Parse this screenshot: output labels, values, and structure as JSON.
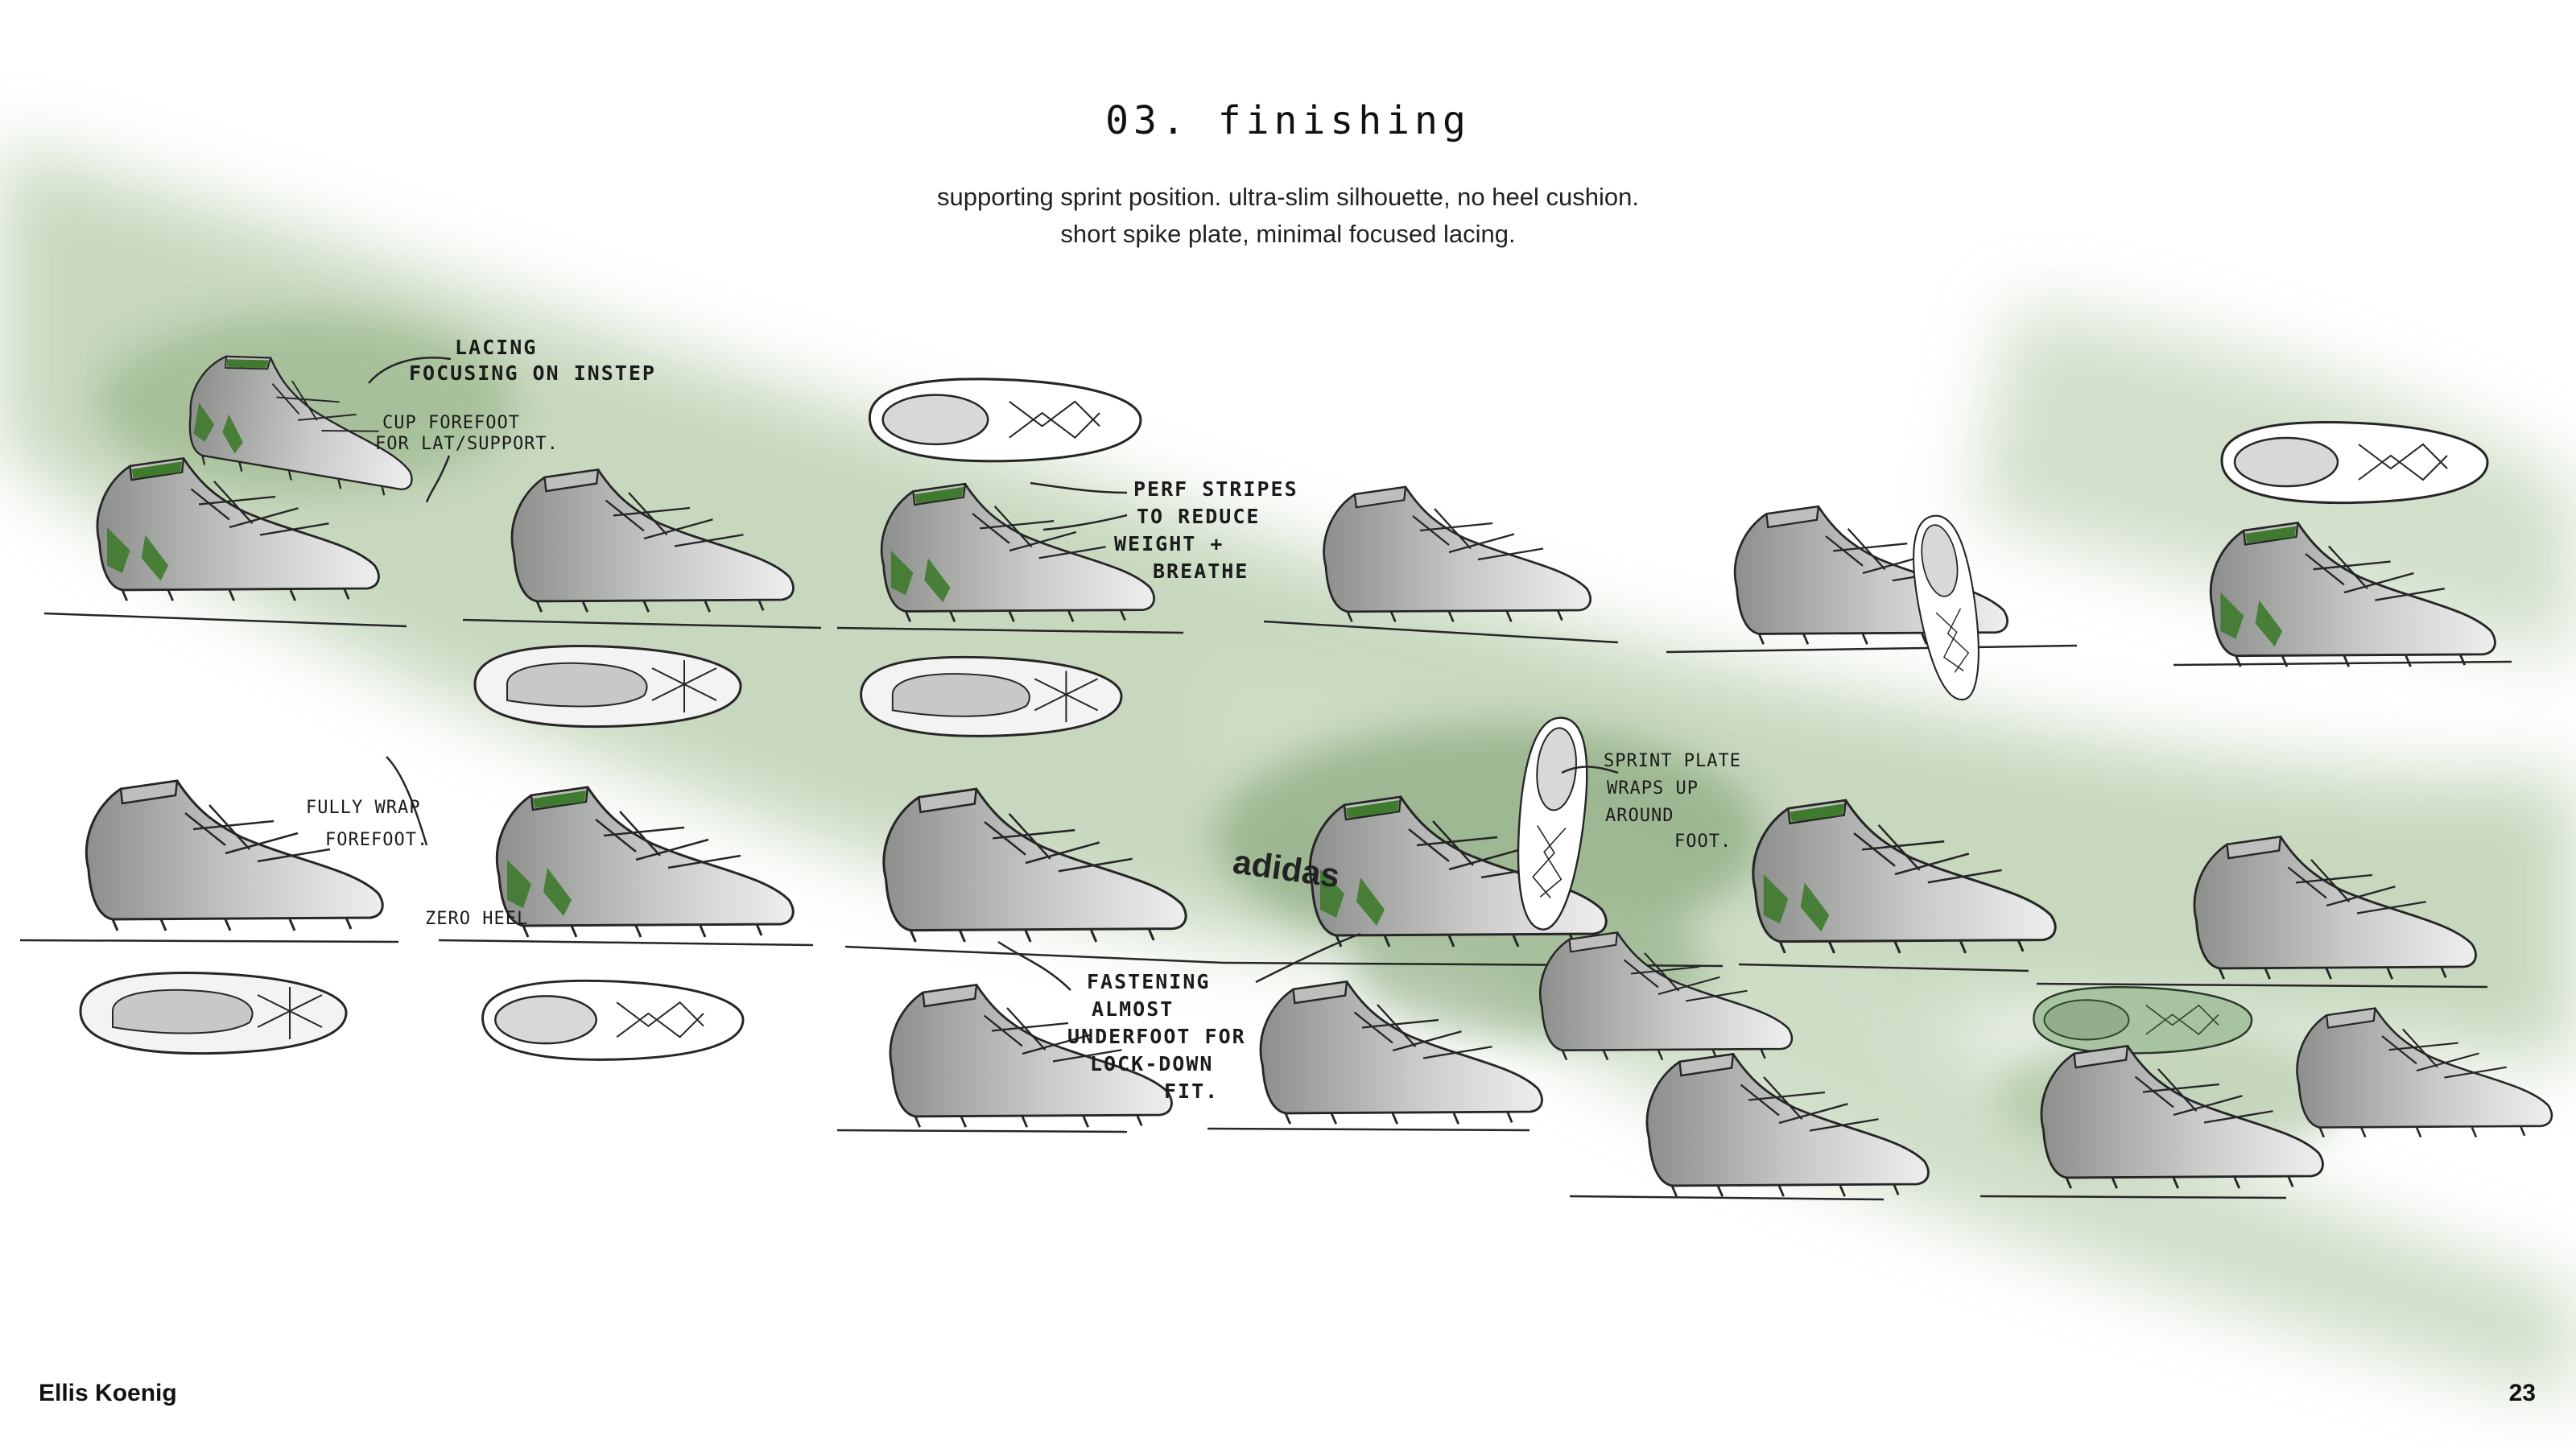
{
  "page": {
    "title": "03. finishing",
    "subtitle_lines": [
      "supporting sprint position. ultra-slim silhouette, no heel cushion.",
      "short spike plate, minimal focused lacing."
    ],
    "author": "Ellis Koenig",
    "page_number": "23"
  },
  "annotations": {
    "lacing": [
      "LACING",
      "FOCUSING ON INSTEP"
    ],
    "cup_forefoot": [
      "CUP FOREFOOT",
      "FOR LAT/SUPPORT."
    ],
    "fully_wrap": [
      "FULLY WRAP",
      "FOREFOOT."
    ],
    "zero_heel": [
      "ZERO HEEL"
    ],
    "perf_stripes": [
      "PERF STRIPES",
      "TO REDUCE",
      "WEIGHT +",
      "BREATHE"
    ],
    "fastening": [
      "FASTENING",
      "ALMOST",
      "UNDERFOOT FOR",
      "LOCK-DOWN",
      "FIT."
    ],
    "sprint_plate": [
      "SPRINT PLATE",
      "WRAPS UP",
      "AROUND",
      "FOOT."
    ],
    "brand_mark": "adidas"
  },
  "colors": {
    "accent_green": "#3f7a2e",
    "wash_green": "#8fb07f",
    "ink": "#262626",
    "shoe_grey": "#c9cbc9"
  }
}
